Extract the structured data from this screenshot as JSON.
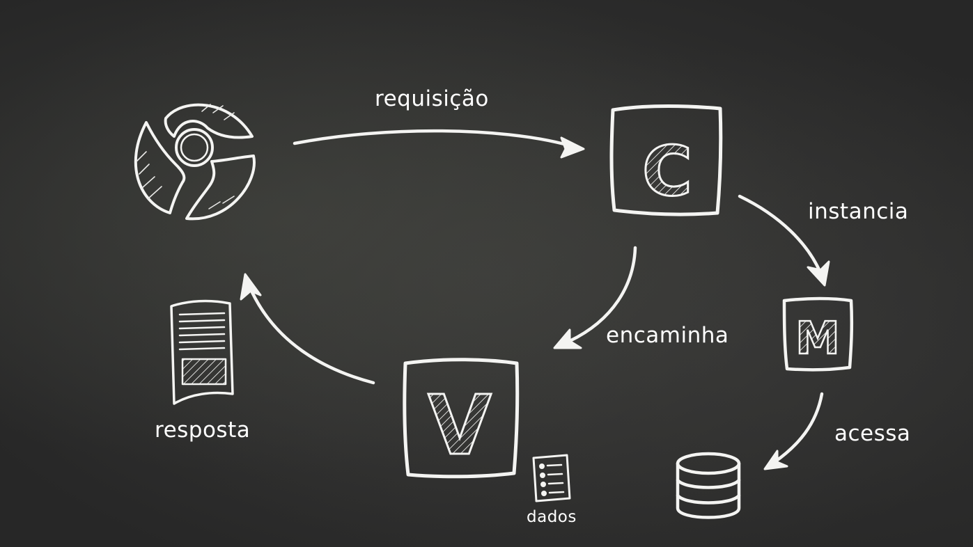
{
  "labels": {
    "requisicao": "requisição",
    "instancia": "instancia",
    "encaminha": "encaminha",
    "acessa": "acessa",
    "resposta": "resposta",
    "dados": "dados"
  },
  "boxes": {
    "controller": "C",
    "model": "M",
    "view": "V"
  },
  "icons": {
    "browser": "browser-icon",
    "response_document": "document-icon",
    "data_sheet": "data-list-icon",
    "database": "database-icon"
  },
  "colors": {
    "background": "#2f2f2f",
    "chalk": "#f4f4f2"
  }
}
